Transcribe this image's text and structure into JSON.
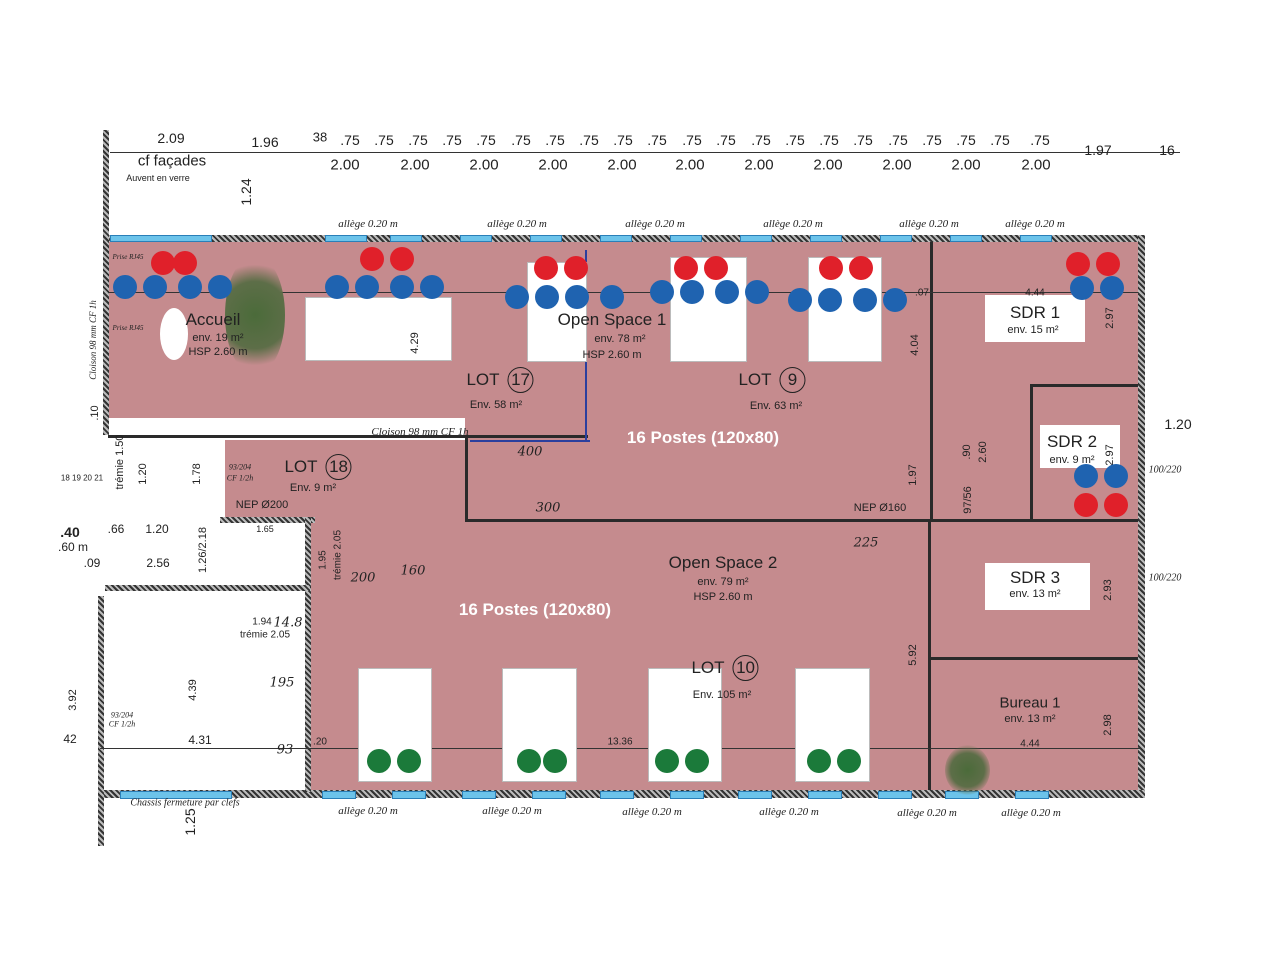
{
  "colors": {
    "floor": "#c58b8e",
    "red_outlet": "#e0202a",
    "blue_outlet": "#1f63b0",
    "green_outlet": "#1b7a3a",
    "window": "#6cc3ea"
  },
  "top_dims": {
    "d209": "2.09",
    "d196": "1.96",
    "d38": "38",
    "d75": ".75",
    "d200": "2.00",
    "d197": "1.97",
    "d16": "16",
    "cf_facades": "cf façades",
    "auvent": "Auvent en verre",
    "d124": "1.24"
  },
  "allege": "allège 0.20 m",
  "rooms": {
    "accueil": {
      "name": "Accueil",
      "area": "env. 19 m²",
      "hsp": "HSP 2.60 m"
    },
    "open_space_1": {
      "name": "Open Space 1",
      "area": "env. 78 m²",
      "hsp": "HSP 2.60 m"
    },
    "lot17": {
      "name": "LOT",
      "num": "17",
      "area": "Env. 58 m²"
    },
    "lot9": {
      "name": "LOT",
      "num": "9",
      "area": "Env. 63 m²"
    },
    "lot18": {
      "name": "LOT",
      "num": "18",
      "area": "Env. 9 m²"
    },
    "lot10": {
      "name": "LOT",
      "num": "10",
      "area": "Env. 105 m²"
    },
    "open_space_2": {
      "name": "Open Space 2",
      "area": "env. 79 m²",
      "hsp": "HSP 2.60 m"
    },
    "sdr1": {
      "name": "SDR 1",
      "area": "env. 15 m²"
    },
    "sdr2": {
      "name": "SDR 2",
      "area": "env. 9 m²"
    },
    "sdr3": {
      "name": "SDR 3",
      "area": "env. 13 m²"
    },
    "bureau1": {
      "name": "Bureau 1",
      "area": "env. 13 m²"
    }
  },
  "postes_top": "16 Postes (120x80)",
  "postes_bottom": "16 Postes (120x80)",
  "notes": {
    "cloison": "Cloison 98 mm CF 1h",
    "cloison_v": "Cloison 98 mm CF 1h",
    "nep200": "NEP Ø200",
    "nep160": "NEP Ø160",
    "chassis": "Chassis fermeture par clefs",
    "door": "93/204",
    "cf12": "CF 1/2h",
    "door_out": "100/220",
    "prise": "Prise RJ45"
  },
  "dims": {
    "d429": "4.29",
    "d404": "4.04",
    "d197": "1.97",
    "d592": "5.92",
    "d297": "2.97",
    "d293": "2.93",
    "d298": "2.98",
    "d444": "4.44",
    "d1336": "13.36",
    "d439": "4.39",
    "d392": "3.92",
    "d431": "4.31",
    "d125": "1.25",
    "d120": "1.20",
    "d256": "2.56",
    "d066": ".66",
    "d12618": "1.26/2.18",
    "d178": "1.78",
    "d194": "1.94",
    "tremie205": "trémie 2.05",
    "tremie150": "trémie 1.50",
    "d195": "1.95",
    "d165": "1.65",
    "d07": ".07",
    "d10": ".10",
    "d20": ".20",
    "d260": "2.60",
    "d90": ".90",
    "d9756": "97/56",
    "d40": ".40",
    "d60": ".60 m",
    "d42": "42",
    "d09": ".09",
    "stairs": "18 19 20 21"
  },
  "handwritten": {
    "h400": "400",
    "h300": "300",
    "h225": "225",
    "h200": "200",
    "h160": "160",
    "h195": "195",
    "h93": "93",
    "h148": "14.8"
  }
}
